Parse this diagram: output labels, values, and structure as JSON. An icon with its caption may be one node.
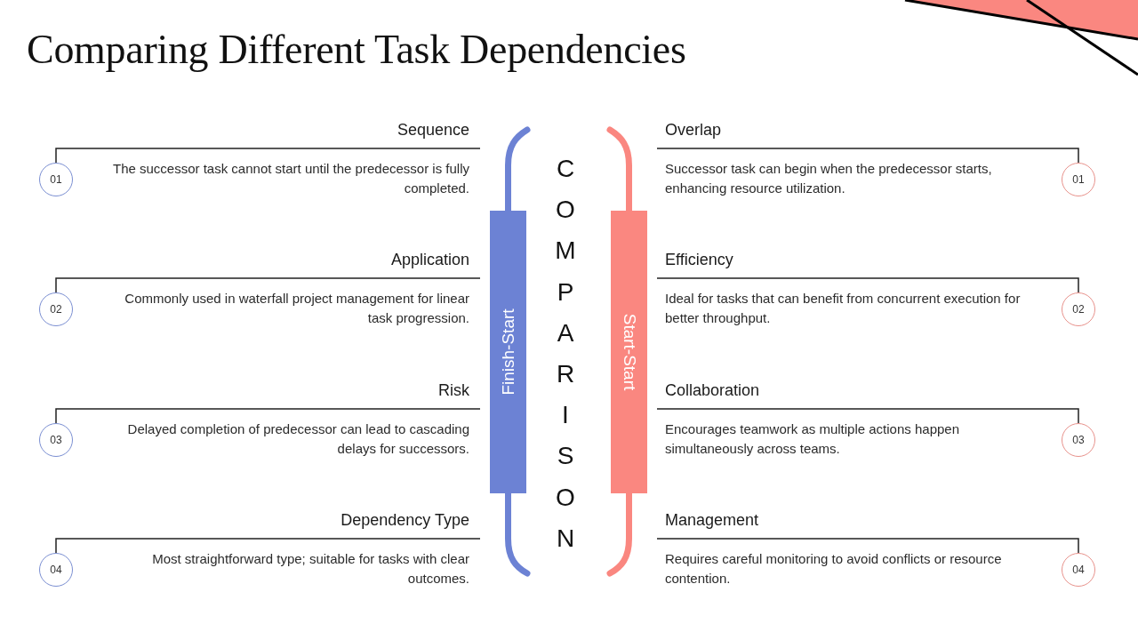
{
  "diagram": {
    "title": "Comparing Different Task Dependencies",
    "nodes": [
      {
        "text": [
          "01"
        ],
        "beside": [
          "Sequence",
          "The successor task cannot start until the predecessor is fully completed."
        ]
      },
      {
        "text": [
          "02"
        ],
        "beside": [
          "Application",
          "Commonly used in waterfall project management for linear task progression."
        ]
      },
      {
        "text": [
          "03"
        ],
        "beside": [
          "Risk",
          "Delayed completion of predecessor can lead to cascading delays for successors."
        ]
      },
      {
        "text": [
          "04"
        ],
        "beside": [
          "Dependency Type",
          "Most straightforward type; suitable for tasks with clear outcomes."
        ]
      },
      {
        "text": [
          "Finish-Start"
        ]
      },
      {
        "text": [
          "Start-Start"
        ]
      },
      {
        "text": [
          "01"
        ],
        "beside": [
          "Overlap",
          "Successor task can begin when the predecessor starts, enhancing resource utilization."
        ]
      },
      {
        "text": [
          "02"
        ],
        "beside": [
          "Efficiency",
          "Ideal for tasks that can benefit from concurrent execution for better throughput."
        ]
      },
      {
        "text": [
          "03"
        ],
        "beside": [
          "Collaboration",
          "Encourages teamwork as multiple actions happen simultaneously across teams."
        ]
      },
      {
        "text": [
          "04"
        ],
        "beside": [
          "Management",
          "Requires careful monitoring to avoid conflicts or resource contention."
        ]
      }
    ],
    "labels": [
      "COMPARISON"
    ]
  }
}
